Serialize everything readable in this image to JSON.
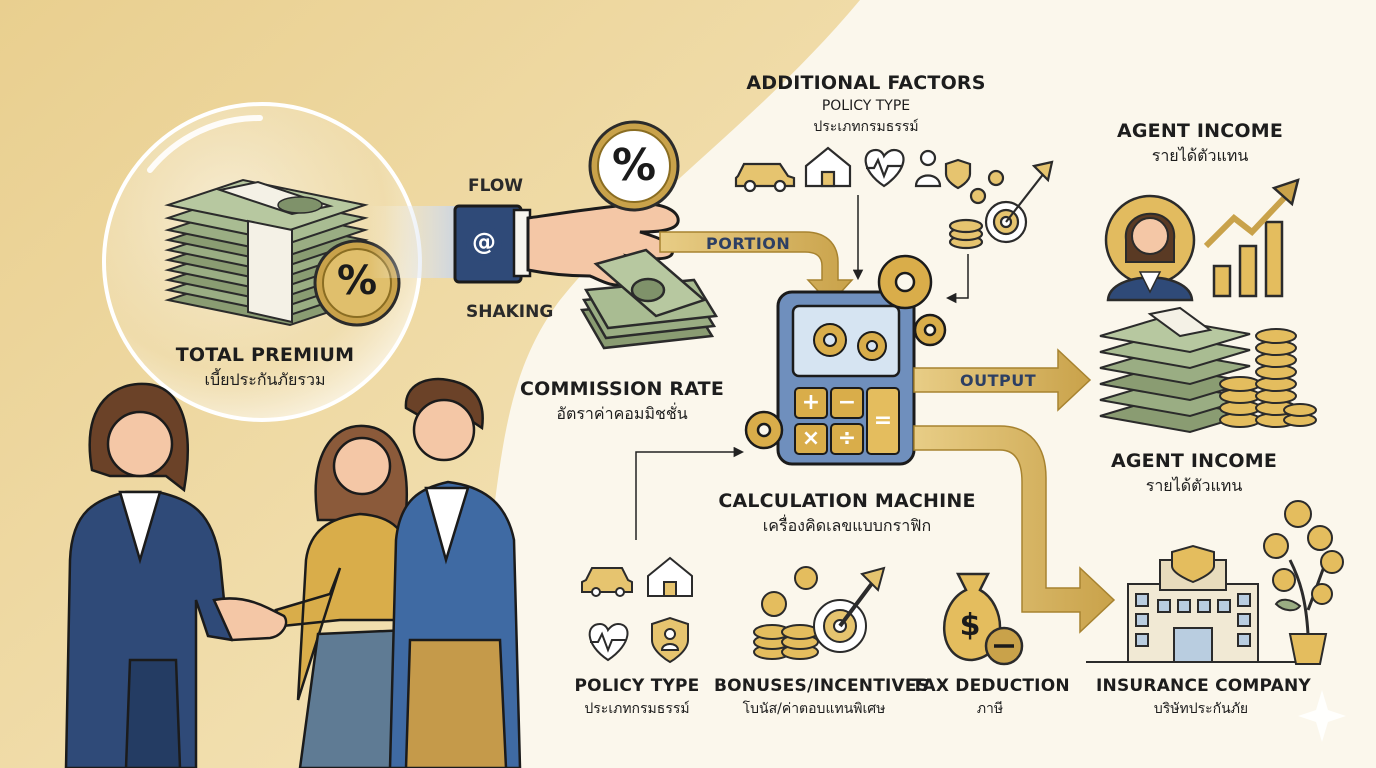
{
  "labels": {
    "total_premium": {
      "en": "TOTAL PREMIUM",
      "th": "เบี้ยประกันภัยรวม"
    },
    "flow": "FLOW",
    "shaking": "SHAKING",
    "portion": "PORTION",
    "commission_rate": {
      "en": "COMMISSION RATE",
      "th": "อัตราค่าคอมมิชชั่น"
    },
    "additional_factors": {
      "title": "ADDITIONAL FACTORS",
      "sub": "POLICY TYPE",
      "th": "ประเภทกรมธรรม์"
    },
    "agent_income_top": {
      "en": "AGENT INCOME",
      "th": "รายได้ตัวแทน"
    },
    "output": "OUTPUT",
    "agent_income_mid": {
      "en": "AGENT INCOME",
      "th": "รายได้ตัวแทน"
    },
    "calculation_machine": {
      "en": "CALCULATION MACHINE",
      "th": "เครื่องคิดเลขแบบกราฟิก"
    },
    "policy_type_bottom": {
      "en": "POLICY TYPE",
      "th": "ประเภทกรมธรรม์"
    },
    "bonuses": {
      "en": "BONUSES/INCENTIVES",
      "th": "โบนัส/ค่าตอบแทนพิเศษ"
    },
    "tax": {
      "en": "TAX DEDUCTION",
      "th": "ภาษี"
    },
    "insurance_company": {
      "en": "INSURANCE COMPANY",
      "th": "บริษัทประกันภัย"
    }
  },
  "glyphs": {
    "percent": "%",
    "at": "@",
    "plus": "+",
    "minus": "−",
    "times": "×",
    "divide": "÷",
    "equals": "=",
    "dollar": "$"
  },
  "colors": {
    "gold": "#c9a24a",
    "gold_light": "#e4c77d",
    "navy": "#2f4a78",
    "money": "#8fa27a",
    "bg": "#fbf7ec"
  }
}
